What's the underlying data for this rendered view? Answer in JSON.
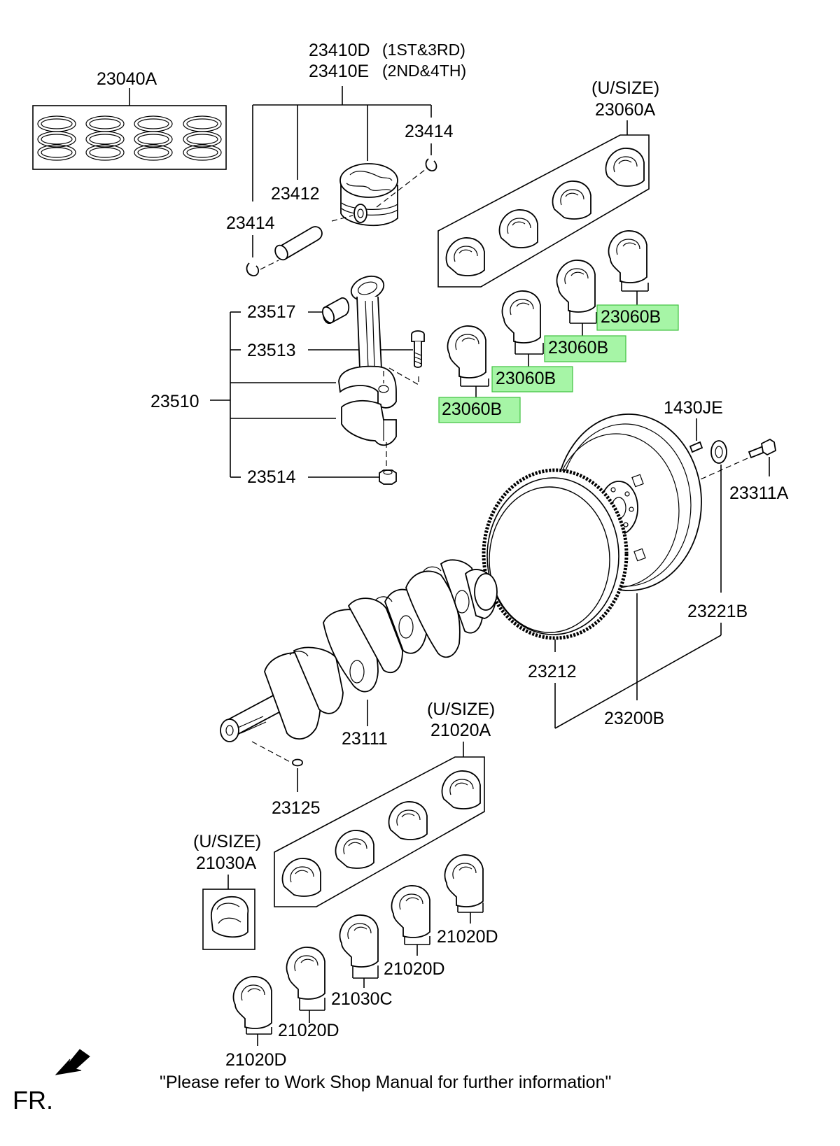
{
  "labels": {
    "ring_set": "23040A",
    "piston_1": "23410D",
    "piston_1_note": "(1ST&3RD)",
    "piston_2": "23410E",
    "piston_2_note": "(2ND&4TH)",
    "snap_ring_right": "23414",
    "piston_pin": "23412",
    "snap_ring_left": "23414",
    "usize_top": "(U/SIZE)",
    "bearing_set_top": "23060A",
    "conrod_bushing": "23517",
    "conrod_bolt": "23513",
    "conrod_assy": "23510",
    "conrod_nut": "23514",
    "bearing_b1": "23060B",
    "bearing_b2": "23060B",
    "bearing_b3": "23060B",
    "bearing_b4": "23060B",
    "pin_1430": "1430JE",
    "bolt_23311": "23311A",
    "spacer_23221": "23221B",
    "ring_gear": "23212",
    "flywheel": "23200B",
    "crankshaft": "23111",
    "usize_main": "(U/SIZE)",
    "main_bearing_set": "21020A",
    "key": "23125",
    "usize_thrust": "(U/SIZE)",
    "thrust_bearing_set": "21030A",
    "main_d1": "21020D",
    "main_d2": "21020D",
    "thrust_c": "21030C",
    "main_d3": "21020D",
    "main_d4": "21020D"
  },
  "footer": {
    "front_mark": "FR.",
    "note": "\"Please refer to Work Shop Manual for further information\""
  },
  "colors": {
    "highlight_fill": "#a6f5a6",
    "highlight_border": "#3fc23f",
    "line": "#000000"
  }
}
